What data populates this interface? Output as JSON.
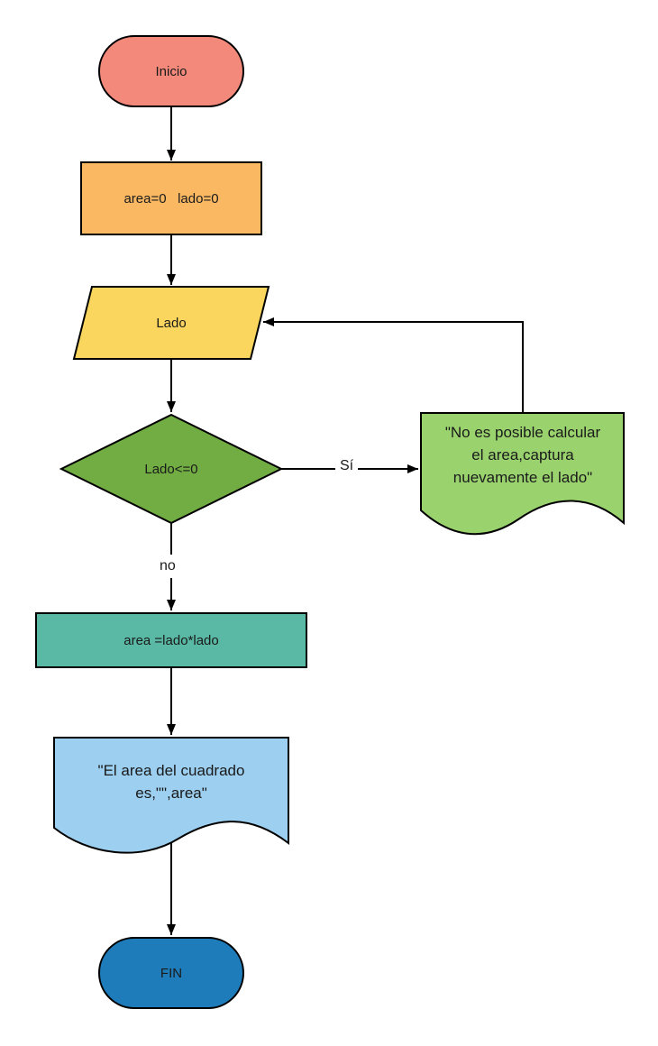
{
  "diagram": {
    "background": "#ffffff",
    "stroke_color": "#000000",
    "text_color": "#1a1a1a",
    "nodes": {
      "start": {
        "type": "terminator",
        "label": "Inicio",
        "fill": "#f2897b"
      },
      "init": {
        "type": "process",
        "label": "area=0   lado=0",
        "fill": "#fbb863"
      },
      "input_lado": {
        "type": "input",
        "label": "Lado",
        "fill": "#fbd65f"
      },
      "decision": {
        "type": "decision",
        "label": "Lado<=0",
        "fill": "#71ad43"
      },
      "error_message": {
        "type": "document",
        "fill": "#9ad36e",
        "lines": [
          "\"No es posible calcular",
          "el area,captura",
          "nuevamente el lado\""
        ]
      },
      "compute_area": {
        "type": "process",
        "label": "area =lado*lado",
        "fill": "#59b9a5"
      },
      "output_message": {
        "type": "document",
        "fill": "#9ccff0",
        "lines": [
          "\"El area del cuadrado",
          "es,\"\",area\""
        ]
      },
      "end": {
        "type": "terminator",
        "label": "FIN",
        "fill": "#1e7cbb"
      }
    },
    "edge_labels": {
      "yes": "Sí",
      "no": "no"
    }
  }
}
